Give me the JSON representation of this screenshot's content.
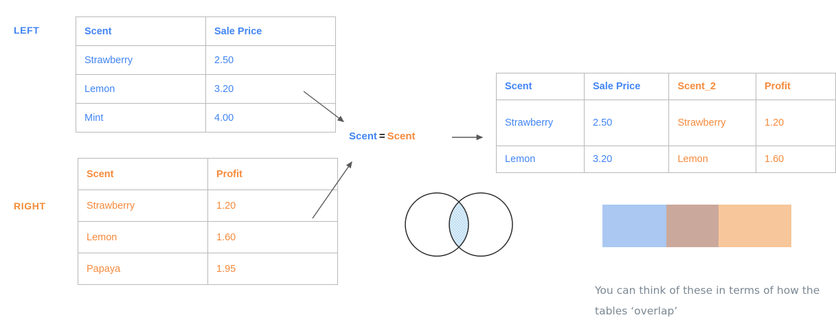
{
  "labels": {
    "left": "LEFT",
    "right": "RIGHT"
  },
  "colors": {
    "blue": "#4285f4",
    "orange": "#f58a3c",
    "bar_left": "#aac8f2",
    "bar_middle": "#cba89c",
    "bar_right": "#f7c69a",
    "venn_fill": "#d7eaf8",
    "border": "#b8b8b8",
    "arrow": "#595959",
    "caption": "#7b8893"
  },
  "left_table": {
    "name": "left-table",
    "headers": [
      "Scent",
      "Sale Price"
    ],
    "rows": [
      [
        "Strawberry",
        "2.50"
      ],
      [
        "Lemon",
        "3.20"
      ],
      [
        "Mint",
        "4.00"
      ]
    ]
  },
  "right_table": {
    "name": "right-table",
    "headers": [
      "Scent",
      "Profit"
    ],
    "rows": [
      [
        "Strawberry",
        "1.20"
      ],
      [
        "Lemon",
        "1.60"
      ],
      [
        "Papaya",
        "1.95"
      ]
    ]
  },
  "result_table": {
    "name": "result-table",
    "headers": [
      "Scent",
      "Sale Price",
      "Scent_2",
      "Profit"
    ],
    "rows": [
      [
        "Strawberry",
        "2.50",
        "Strawberry",
        "1.20"
      ],
      [
        "Lemon",
        "3.20",
        "Lemon",
        "1.60"
      ]
    ]
  },
  "join_condition": {
    "left_key": "Scent",
    "operator": "=",
    "right_key": "Scent"
  },
  "overlap": {
    "caption": "You can think of these in terms of how the tables ‘overlap’",
    "segments": [
      "left-only",
      "overlap",
      "right-only"
    ]
  }
}
